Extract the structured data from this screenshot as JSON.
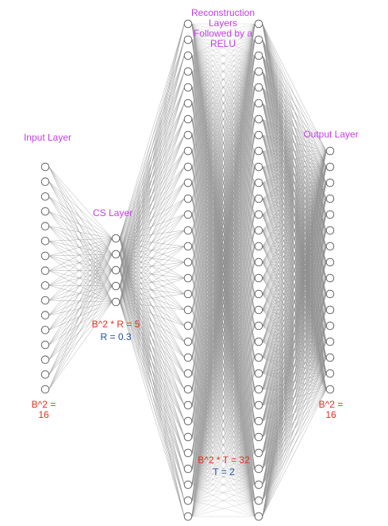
{
  "colors": {
    "background": "#ffffff",
    "edge": "#8c8c8c",
    "node_stroke": "#555555",
    "node_fill": "#ffffff",
    "layer_label": "#c040e0",
    "formula_red": "#e03020",
    "formula_blue": "#1f4fa0"
  },
  "layers": [
    {
      "id": "input",
      "title": "Input Layer",
      "neurons": 16,
      "annotations": [
        "B^2 =\n16"
      ]
    },
    {
      "id": "cs",
      "title": "CS Layer",
      "neurons": 5,
      "annotations": [
        "B^2 * R = 5",
        "R = 0.3"
      ]
    },
    {
      "id": "recon1",
      "title": "Reconstruction\nLayers\nFollowed by a\nRELU",
      "neurons": 32,
      "annotations": [
        "B^2 * T = 32",
        "T = 2"
      ]
    },
    {
      "id": "recon2",
      "title": "",
      "neurons": 32,
      "annotations": []
    },
    {
      "id": "output",
      "title": "Output Layer",
      "neurons": 16,
      "annotations": [
        "B^2 =\n16"
      ]
    }
  ]
}
